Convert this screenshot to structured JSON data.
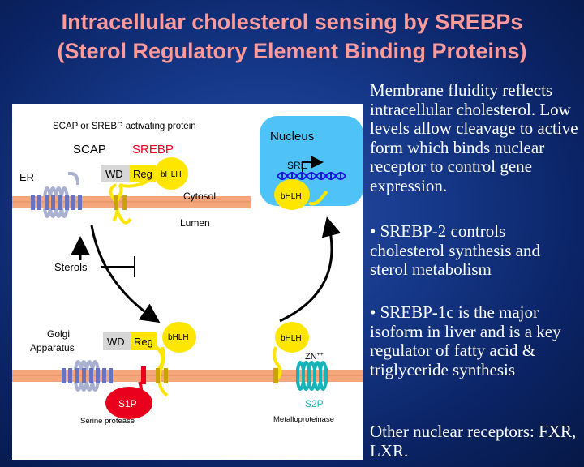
{
  "title": {
    "line1": "Intracellular cholesterol sensing by SREBPs",
    "line2": "(Sterol Regulatory Element Binding Proteins)"
  },
  "diagram": {
    "scap_srebp_caption": "SCAP or SREBP activating protein",
    "scap": "SCAP",
    "srebp": "SREBP",
    "er": "ER",
    "wd": "WD",
    "reg": "Reg",
    "bhlh": "bHLH",
    "cytosol": "Cytosol",
    "lumen": "Lumen",
    "nucleus": "Nucleus",
    "sre": "SRE",
    "sterols": "Sterols",
    "golgi_line1": "Golgi",
    "golgi_line2": "Apparatus",
    "zn": "ZN",
    "zn_sup": "++",
    "s1p": "S1P",
    "s2p": "S2P",
    "serine_protease": "Serine protease",
    "metalloproteinase": "Metalloproteinase"
  },
  "sidebar": {
    "para1": "Membrane fluidity reflects intracellular cholesterol. Low levels allow cleavage to active form which binds nuclear receptor to control gene expression.",
    "para2": "• SREBP-2 controls cholesterol synthesis and sterol metabolism",
    "para3": "• SREBP-1c is the major isoform in liver and is a key regulator of fatty acid & triglyceride synthesis",
    "para4": "Other nuclear receptors: FXR, LXR."
  },
  "colors": {
    "title": "#ff9a9a",
    "membrane": "#f5a77c",
    "scap_loops": "#aab0d0",
    "srebp_yellow": "#ffe600",
    "nucleus": "#4fc3f7",
    "s1p_red": "#e8001c",
    "s2p_teal": "#17b3b8"
  }
}
